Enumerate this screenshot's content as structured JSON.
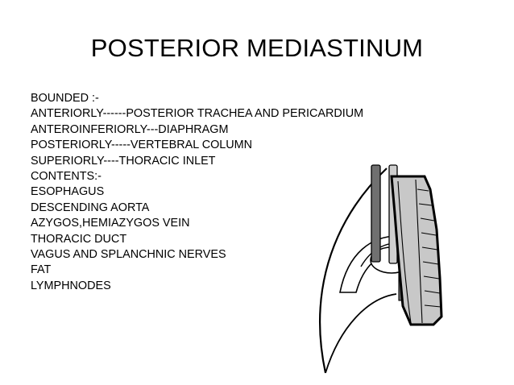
{
  "slide": {
    "title": "POSTERIOR MEDIASTINUM",
    "lines": [
      "BOUNDED :-",
      "ANTERIORLY------POSTERIOR TRACHEA AND PERICARDIUM",
      "ANTEROINFERIORLY---DIAPHRAGM",
      "POSTERIORLY-----VERTEBRAL COLUMN",
      "SUPERIORLY----THORACIC INLET",
      "CONTENTS:-",
      "ESOPHAGUS",
      "DESCENDING AORTA",
      "AZYGOS,HEMIAZYGOS VEIN",
      "THORACIC DUCT",
      "VAGUS AND SPLANCHNIC NERVES",
      "FAT",
      "LYMPHNODES"
    ]
  },
  "diagram": {
    "region_fill": "#c8c8c8",
    "vessel_fill": "#707070",
    "outline": "#000000"
  }
}
